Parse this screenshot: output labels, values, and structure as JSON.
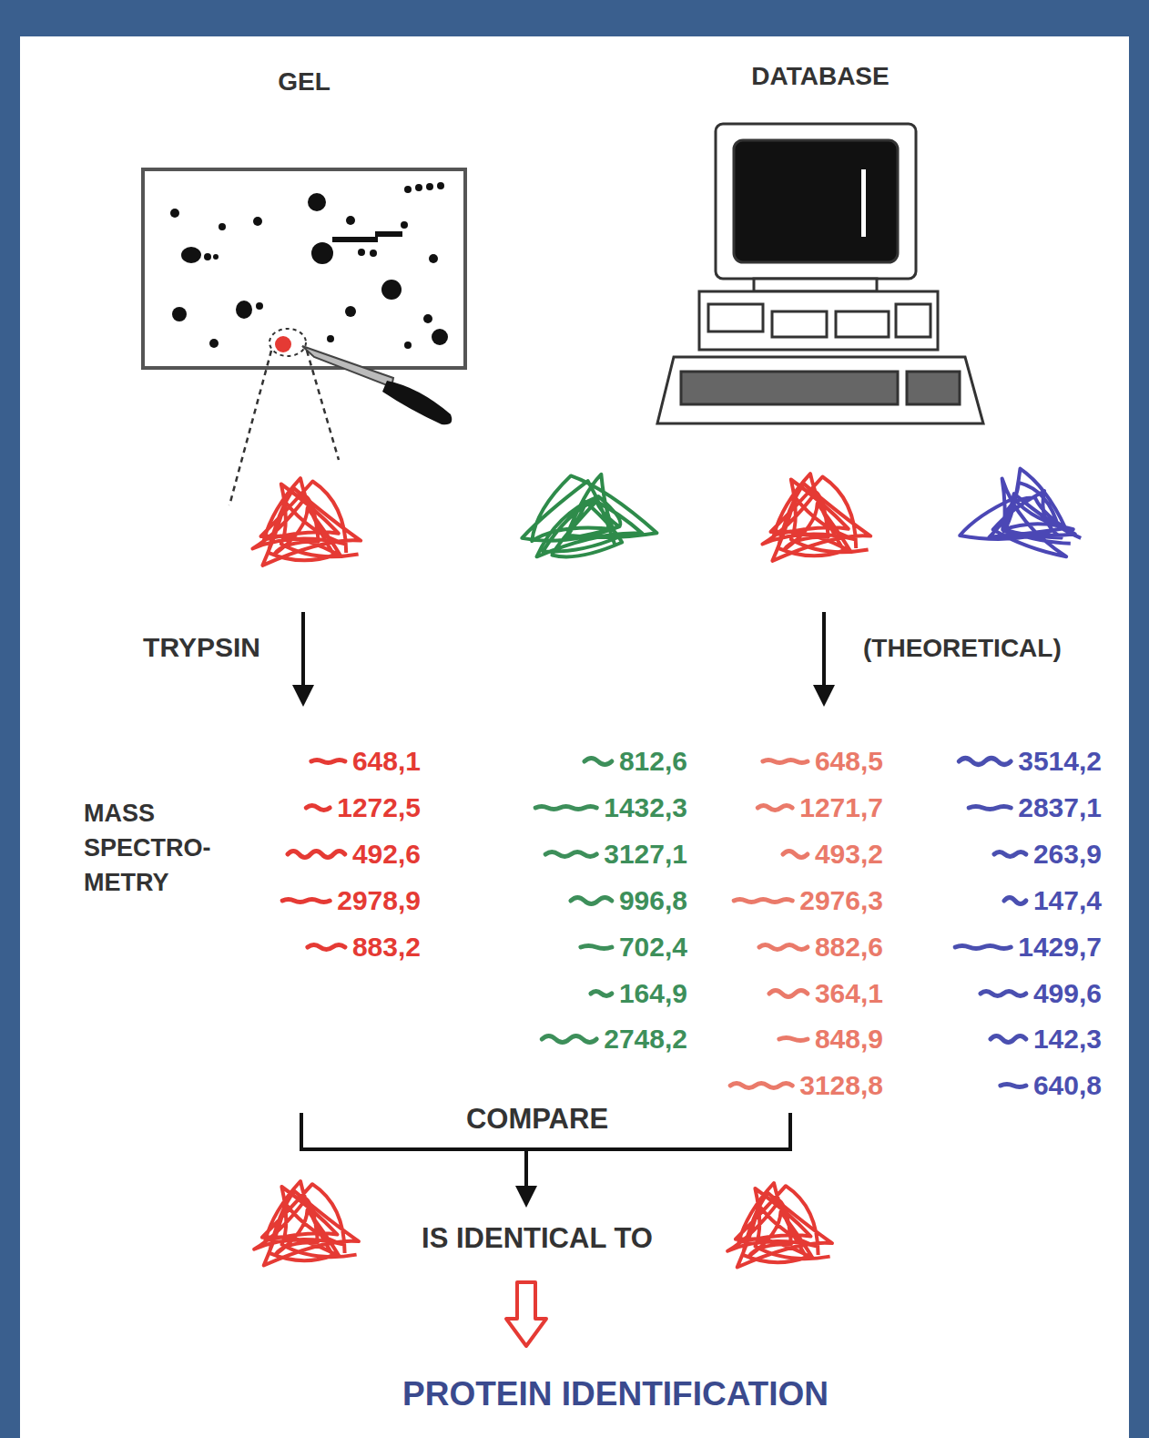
{
  "diagram": {
    "nodes": [
      {
        "text": [
          "GEL"
        ]
      },
      {
        "text": [
          "DATABASE"
        ]
      }
    ],
    "labels": [
      "TRYPSIN",
      "(THEORETICAL)",
      "MASS SPECTRO- METRY",
      "648,1",
      "1272,5",
      "492,6",
      "2978,9",
      "883,2",
      "812,6",
      "1432,3",
      "3127,1",
      "996,8",
      "702,4",
      "164,9",
      "2748,2",
      "648,5",
      "1271,7",
      "493,2",
      "2976,3",
      "882,6",
      "364,1",
      "848,9",
      "3128,8",
      "3514,2",
      "2837,1",
      "263,9",
      "147,4",
      "1429,7",
      "499,6",
      "142,3",
      "640,8",
      "COMPARE",
      "IS IDENTICAL TO",
      "PROTEIN IDENTIFICATION"
    ]
  }
}
